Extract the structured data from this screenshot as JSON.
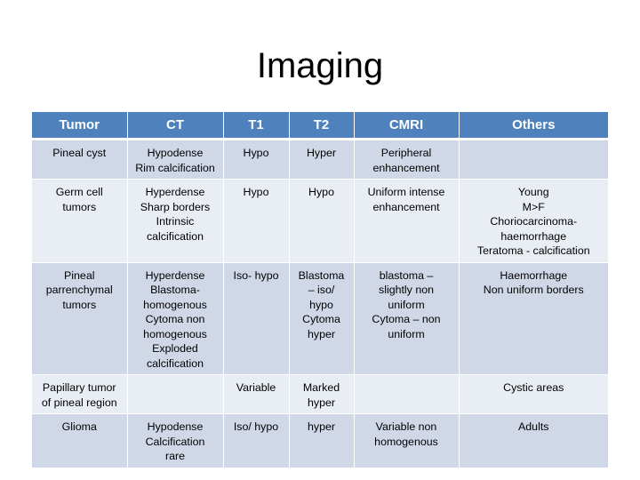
{
  "slide": {
    "title": "Imaging"
  },
  "table": {
    "headers": [
      "Tumor",
      "CT",
      "T1",
      "T2",
      "CMRI",
      "Others"
    ],
    "rows": [
      {
        "tumor": [
          "Pineal cyst"
        ],
        "ct": [
          "Hypodense",
          "Rim calcification"
        ],
        "t1": [
          "Hypo"
        ],
        "t2": [
          "Hyper"
        ],
        "cmri": [
          "Peripheral",
          "enhancement"
        ],
        "others": []
      },
      {
        "tumor": [
          "Germ cell",
          "tumors"
        ],
        "ct": [
          "Hyperdense",
          "Sharp borders",
          "Intrinsic",
          "calcification"
        ],
        "t1": [
          "Hypo"
        ],
        "t2": [
          "Hypo"
        ],
        "cmri": [
          "Uniform intense",
          "enhancement"
        ],
        "others": [
          "Young",
          "M>F",
          "Choriocarcinoma-",
          "haemorrhage",
          "Teratoma - calcification"
        ]
      },
      {
        "tumor": [
          "Pineal",
          "parrenchymal",
          "tumors"
        ],
        "ct": [
          "Hyperdense",
          "Blastoma-",
          "homogenous",
          "Cytoma non",
          "homogenous",
          "Exploded",
          "calcification"
        ],
        "t1": [
          "Iso- hypo"
        ],
        "t2": [
          "Blastoma",
          "– iso/",
          "hypo",
          "Cytoma",
          "hyper"
        ],
        "cmri": [
          "blastoma –",
          "slightly non",
          "uniform",
          "Cytoma – non",
          "uniform"
        ],
        "others": [
          "Haemorrhage",
          "Non uniform  borders"
        ]
      },
      {
        "tumor": [
          "Papillary tumor",
          "of pineal region"
        ],
        "ct": [],
        "t1": [
          "Variable"
        ],
        "t2": [
          "Marked",
          "hyper"
        ],
        "cmri": [],
        "others": [
          "Cystic areas"
        ]
      },
      {
        "tumor": [
          "Glioma"
        ],
        "ct": [
          "Hypodense",
          "Calcification",
          "rare"
        ],
        "t1": [
          "Iso/ hypo"
        ],
        "t2": [
          "hyper"
        ],
        "cmri": [
          "Variable non",
          "homogenous"
        ],
        "others": [
          "Adults"
        ]
      }
    ]
  },
  "colors": {
    "header_bg": "#4f81bd",
    "row_band_1": "#d0d8e8",
    "row_band_2": "#e9edf4"
  }
}
